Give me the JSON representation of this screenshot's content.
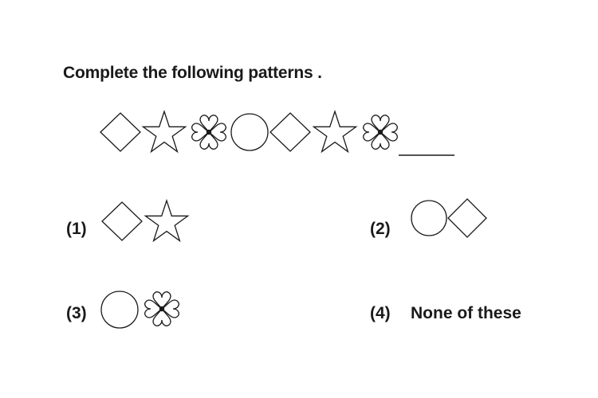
{
  "question": {
    "text": "Complete the following patterns  ."
  },
  "pattern": {
    "sequence": [
      "diamond-icon",
      "star-icon",
      "flower-icon",
      "circle-icon",
      "diamond-icon",
      "star-icon",
      "flower-icon"
    ],
    "blank": "answer-blank"
  },
  "options": [
    {
      "label": "(1)",
      "shapes": [
        "diamond-icon",
        "star-icon"
      ]
    },
    {
      "label": "(2)",
      "shapes": [
        "circle-icon",
        "diamond-icon"
      ]
    },
    {
      "label": "(3)",
      "shapes": [
        "circle-icon",
        "flower-icon"
      ]
    },
    {
      "label": "(4)",
      "text": "None of these"
    }
  ]
}
